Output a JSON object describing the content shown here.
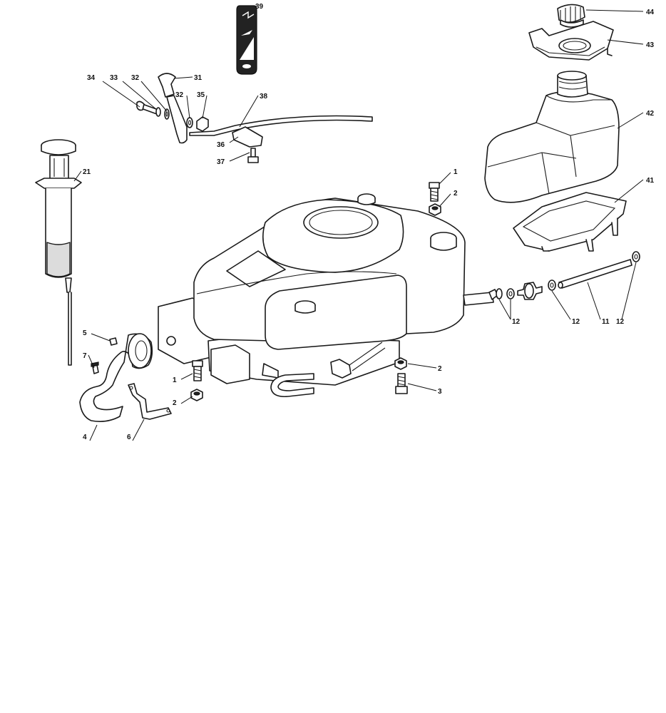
{
  "callouts": {
    "c44": "44",
    "c43": "43",
    "c42": "42",
    "c41": "41",
    "c39": "39",
    "c38": "38",
    "c37": "37",
    "c36": "36",
    "c35": "35",
    "c34": "34",
    "c33": "33",
    "c32a": "32",
    "c32b": "32",
    "c31": "31",
    "c21": "21",
    "c1a": "1",
    "c2a": "2",
    "c12a": "12",
    "c12b": "12",
    "c12c": "12",
    "c11": "11",
    "c5": "5",
    "c7": "7",
    "c4": "4",
    "c6": "6",
    "c1b": "1",
    "c2b": "2",
    "c2c": "2",
    "c3": "3"
  }
}
